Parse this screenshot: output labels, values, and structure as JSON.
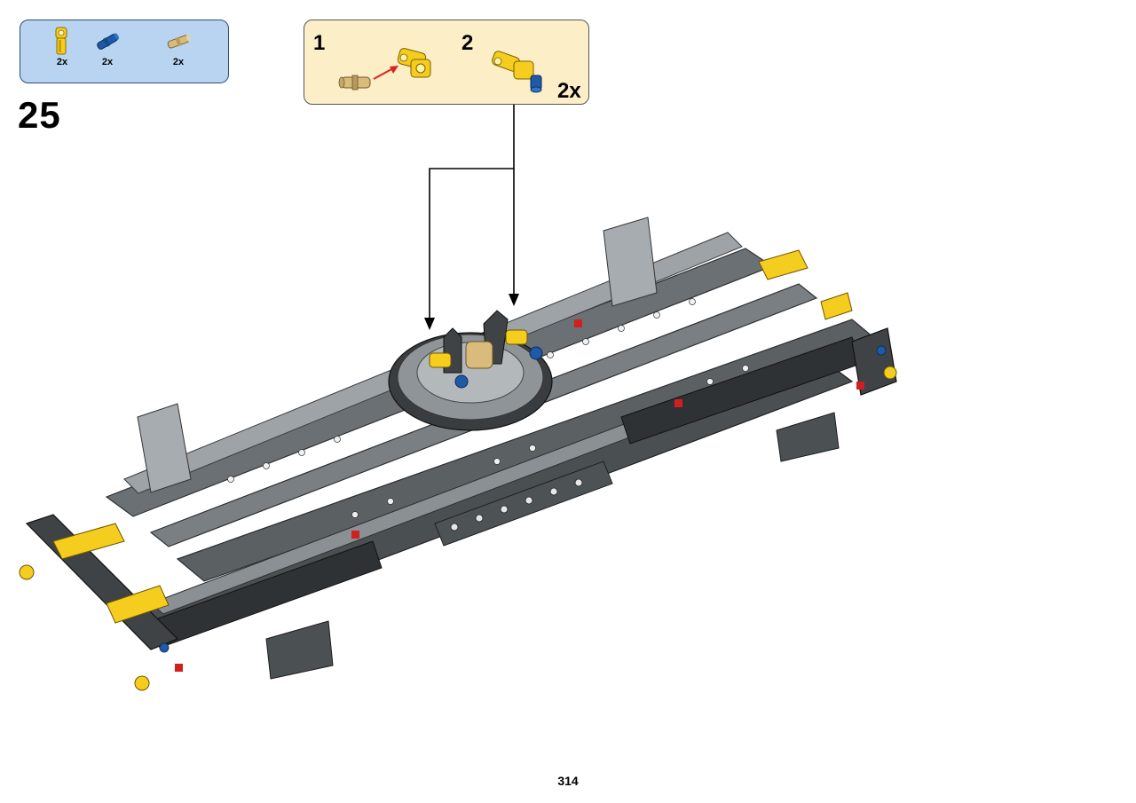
{
  "parts_list": {
    "items": [
      {
        "icon": "yellow-connector-icon",
        "qty": "2x"
      },
      {
        "icon": "blue-pin-icon",
        "qty": "2x"
      },
      {
        "icon": "tan-axle-pin-icon",
        "qty": "2x"
      }
    ]
  },
  "step": {
    "number": "25"
  },
  "sub_assembly": {
    "steps": [
      {
        "number": "1"
      },
      {
        "number": "2",
        "multiplier": "2x"
      }
    ]
  },
  "page": {
    "number": "314"
  },
  "colors": {
    "parts_box_bg": "#b8d4f0",
    "sub_box_bg": "#fcefc8",
    "yellow": "#f5cd1e",
    "blue": "#1e5aa8",
    "tan": "#d9bb7b",
    "light_gray": "#a0a5a9",
    "dark_gray": "#505558",
    "red_arrow": "#e02020"
  }
}
